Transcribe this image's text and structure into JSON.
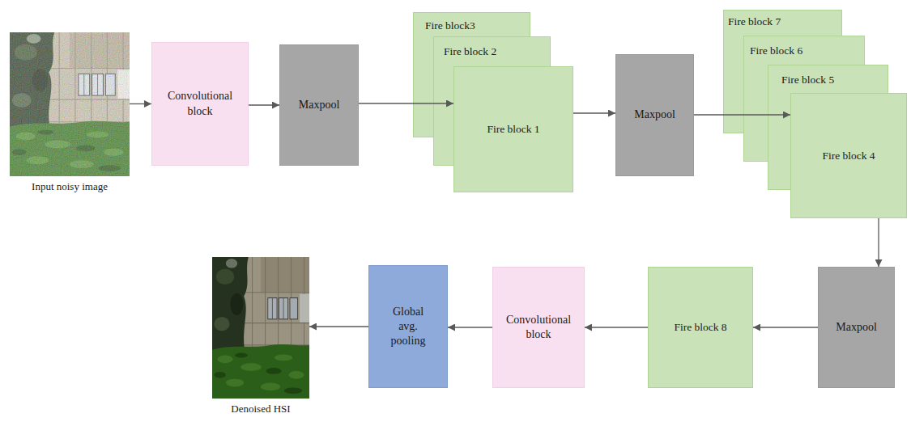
{
  "diagram": {
    "nodes": [
      {
        "text": [
          "Input noisy image"
        ]
      },
      {
        "text": [
          "Convolutional block"
        ]
      },
      {
        "text": [
          "Maxpool"
        ]
      },
      {
        "text": [
          "Fire block3"
        ]
      },
      {
        "text": [
          "Fire block 2"
        ]
      },
      {
        "text": [
          "Fire block 1"
        ]
      },
      {
        "text": [
          "Maxpool"
        ]
      },
      {
        "text": [
          "Fire block 7"
        ]
      },
      {
        "text": [
          "Fire block 6"
        ]
      },
      {
        "text": [
          "Fire block 5"
        ]
      },
      {
        "text": [
          "Fire block 4"
        ]
      },
      {
        "text": [
          "Maxpool"
        ]
      },
      {
        "text": [
          "Fire block 8"
        ]
      },
      {
        "text": [
          "Convolutional block"
        ]
      },
      {
        "text": [
          "Global avg. pooling"
        ]
      },
      {
        "text": [
          "Denoised HSI"
        ]
      }
    ],
    "edges": [
      {
        "from": 0,
        "to": 1,
        "arrow": "to"
      },
      {
        "from": 1,
        "to": 2,
        "arrow": "to"
      },
      {
        "from": 2,
        "to": 5,
        "arrow": "to"
      },
      {
        "from": 5,
        "to": 6,
        "arrow": "to"
      },
      {
        "from": 6,
        "to": 10,
        "arrow": "to"
      },
      {
        "from": 10,
        "to": 11,
        "arrow": "to"
      },
      {
        "from": 11,
        "to": 12,
        "arrow": "to"
      },
      {
        "from": 12,
        "to": 13,
        "arrow": "to"
      },
      {
        "from": 13,
        "to": 14,
        "arrow": "to"
      },
      {
        "from": 14,
        "to": 15,
        "arrow": "to"
      }
    ]
  }
}
